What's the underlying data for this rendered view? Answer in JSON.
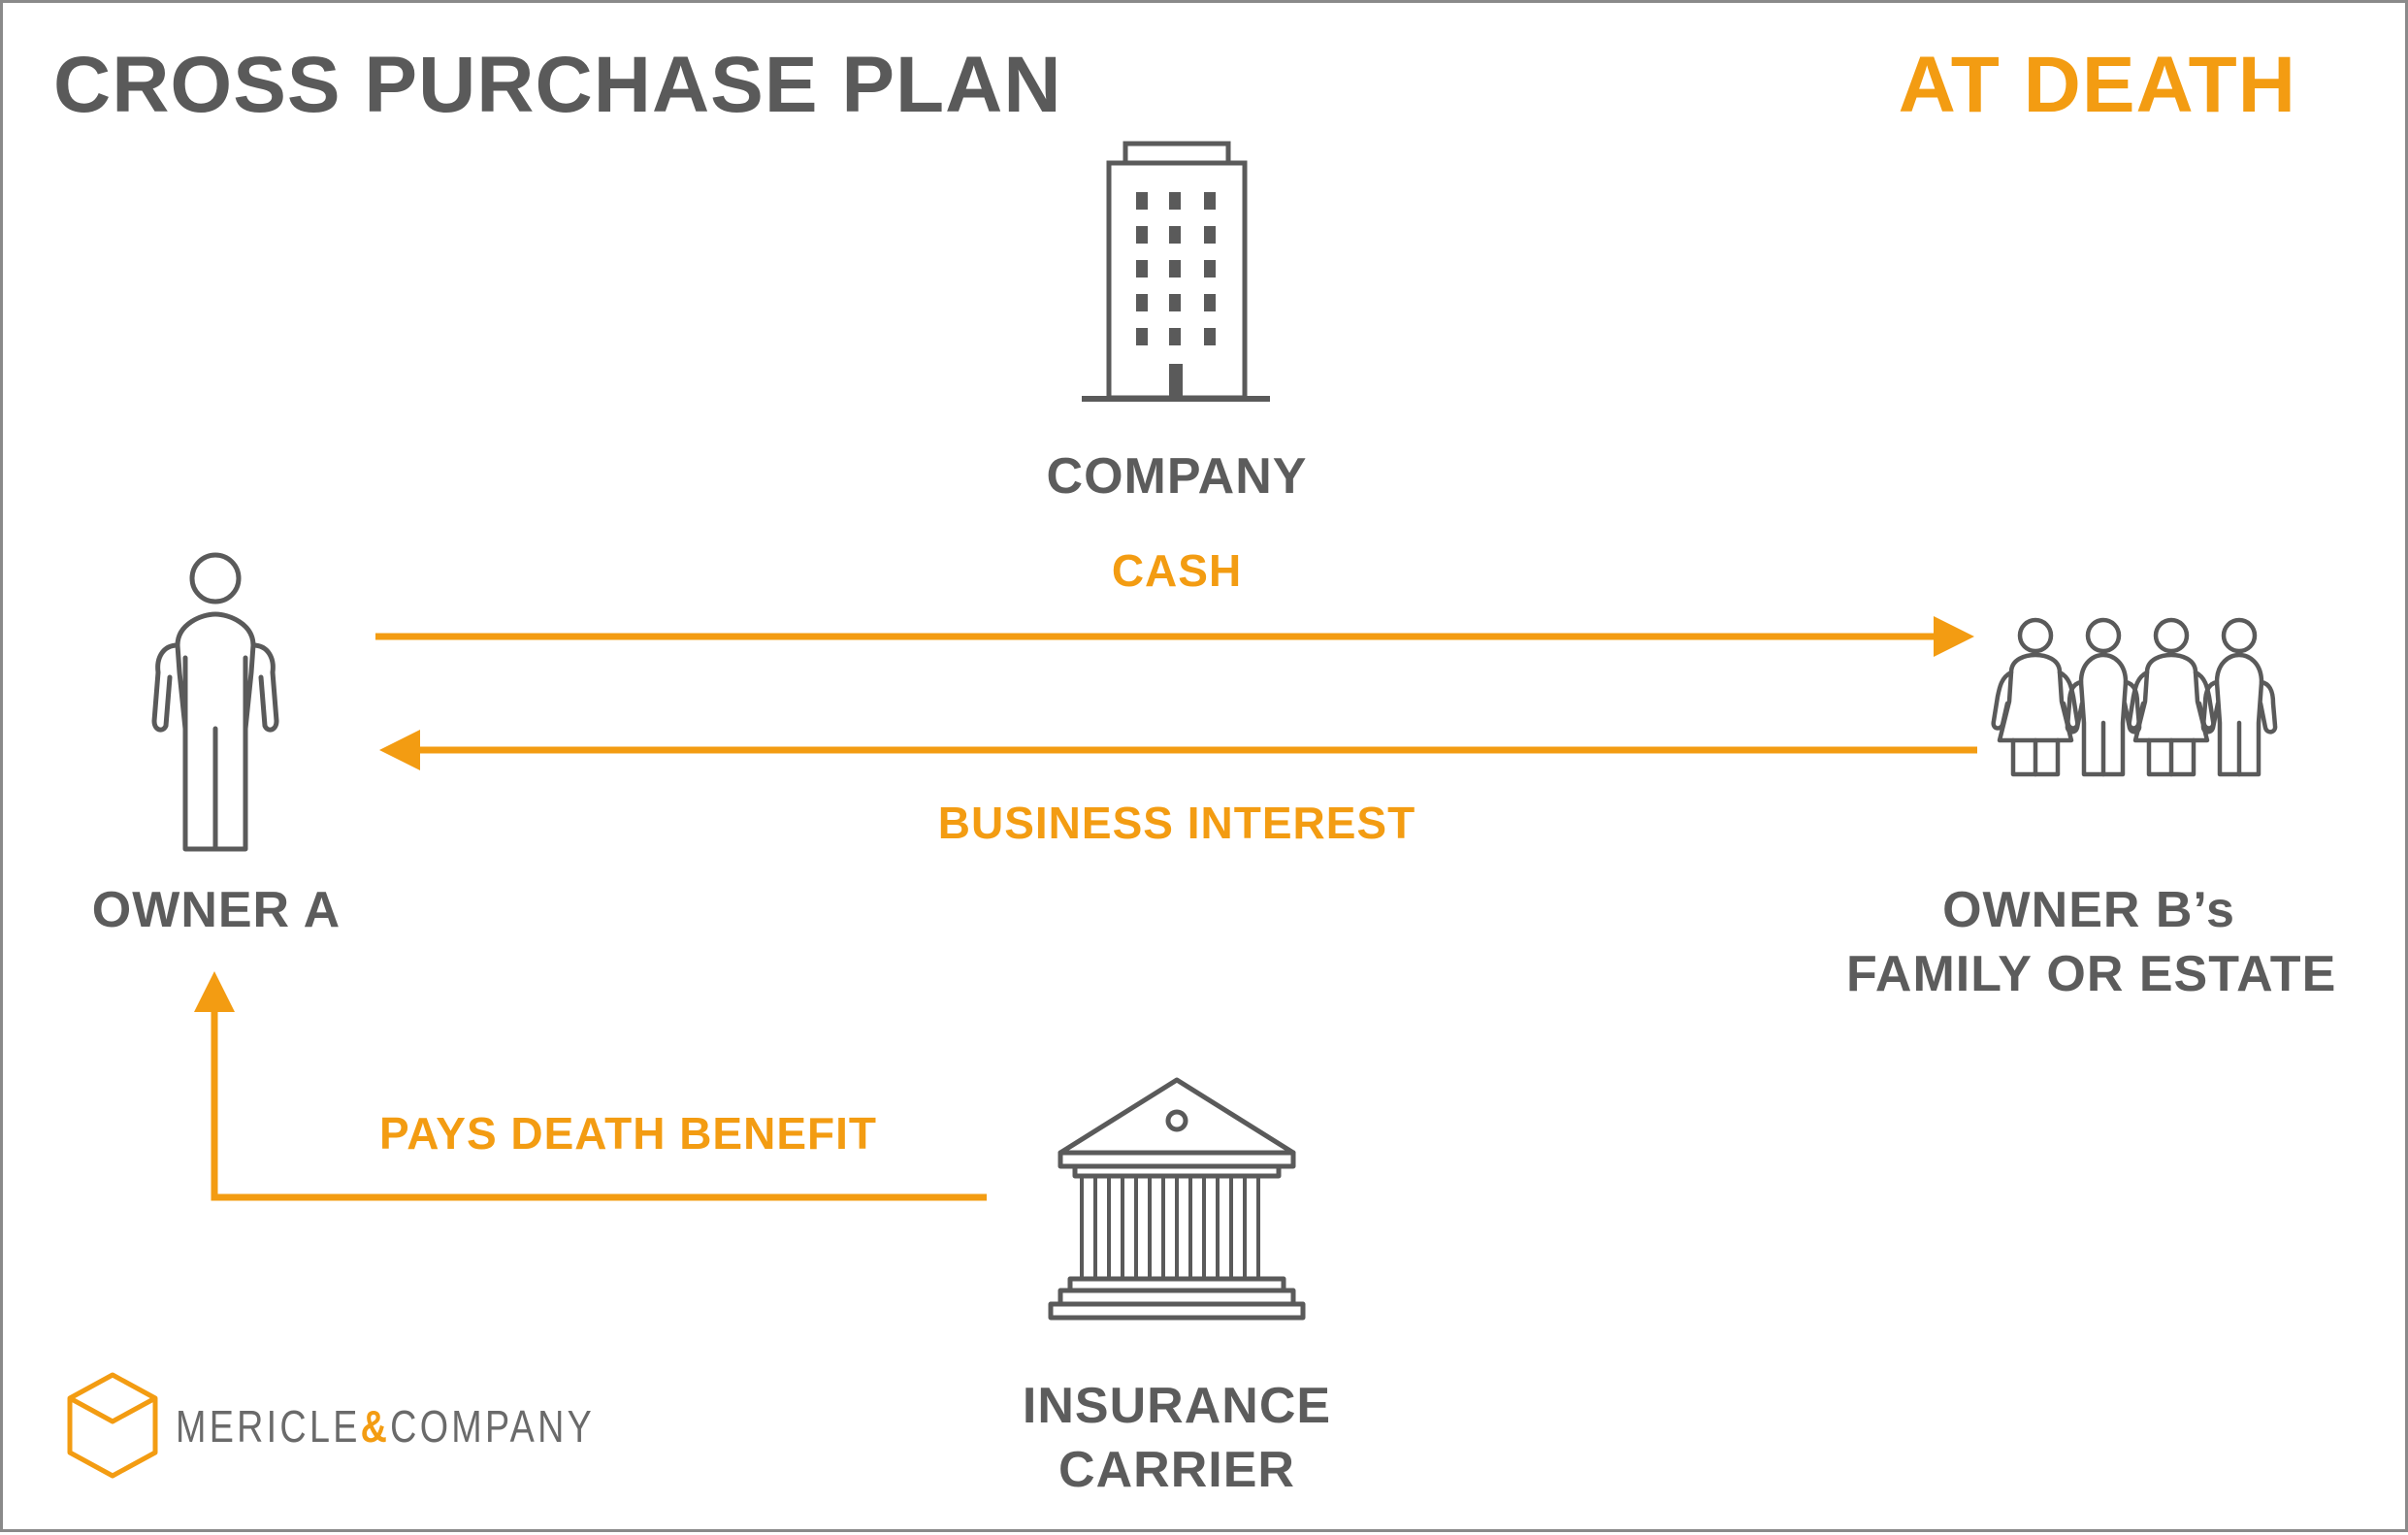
{
  "header": {
    "title": "CROSS PURCHASE PLAN",
    "scenario": "AT DEATH"
  },
  "nodes": {
    "company": "COMPANY",
    "owner_a": "OWNER A",
    "owner_b_line1": "OWNER B’s",
    "owner_b_line2": "FAMILY OR ESTATE",
    "insurance_line1": "INSURANCE",
    "insurance_line2": "CARRIER"
  },
  "flows": {
    "cash": "CASH",
    "business_interest": "BUSINESS INTEREST",
    "death_benefit": "PAYS DEATH BENEFIT"
  },
  "logo": {
    "name_left": "MERICLE",
    "amp": "&",
    "name_right": "COMPANY"
  },
  "colors": {
    "accent": "#f39c12",
    "icon_gray": "#5a5a5a",
    "text_gray": "#5c5c5c",
    "border": "#8a8a8a"
  },
  "icons": [
    "office-building-icon",
    "person-icon",
    "family-group-icon",
    "bank-building-icon",
    "logo-cube-icon"
  ]
}
